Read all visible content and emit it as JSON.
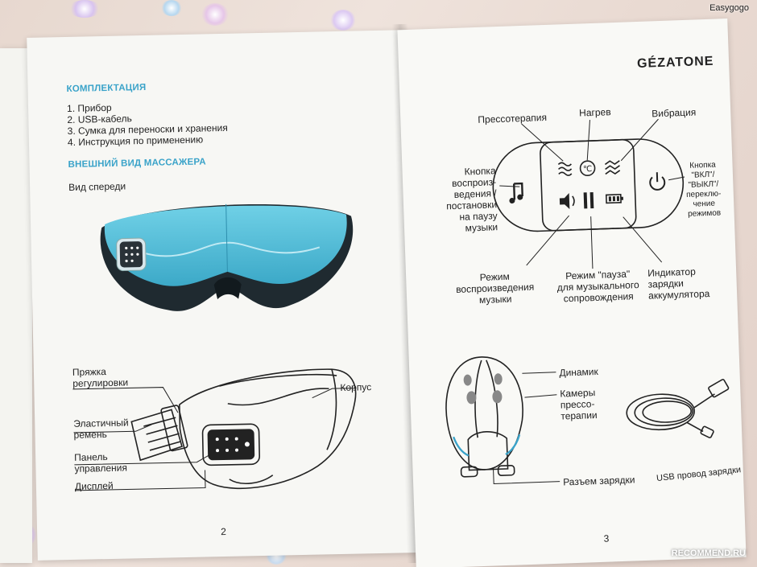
{
  "watermark_top": "Easygogo",
  "watermark_bottom": "RECOMMEND.RU",
  "left_page": {
    "contents_heading": "КОМПЛЕКТАЦИЯ",
    "contents_items": [
      "1. Прибор",
      "2. USB-кабель",
      "3. Сумка для переноски и хранения",
      "4. Инструкция по применению"
    ],
    "appearance_heading": "ВНЕШНИЙ ВИД МАССАЖЕРА",
    "front_view_label": "Вид спереди",
    "labels": {
      "buckle": [
        "Пряжка",
        "регулировки"
      ],
      "strap": [
        "Эластичный",
        "ремень"
      ],
      "panel": [
        "Панель",
        "управления"
      ],
      "display": "Дисплей",
      "body": "Корпус"
    },
    "page_number": "2"
  },
  "right_page": {
    "brand": "GÉZATONE",
    "labels": {
      "pressotherapy": "Прессотерапия",
      "heating": "Нагрев",
      "vibration": "Вибрация",
      "music_button": [
        "Кнопка",
        "воспроиз-",
        "ведения /",
        "постановки",
        "на паузу",
        "музыки"
      ],
      "power_button": [
        "Кнопка",
        "\"ВКЛ\"/",
        "\"ВЫКЛ\"/",
        "переклю-",
        "чение",
        "режимов"
      ],
      "play_mode": [
        "Режим",
        "воспроизведения",
        "музыки"
      ],
      "pause_mode": [
        "Режим \"пауза\"",
        "для музыкального",
        "сопровождения"
      ],
      "charge_indicator": [
        "Индикатор",
        "зарядки",
        "аккумулятора"
      ],
      "speaker": "Динамик",
      "chambers": [
        "Камеры",
        "прессо-",
        "терапии"
      ],
      "charge_port": "Разъем зарядки",
      "usb_cable": "USB провод зарядки"
    },
    "page_number": "3"
  },
  "colors": {
    "accent": "#3aa3c9",
    "mask_blue": "#5cc3dd",
    "mask_dark": "#1f2a30"
  }
}
